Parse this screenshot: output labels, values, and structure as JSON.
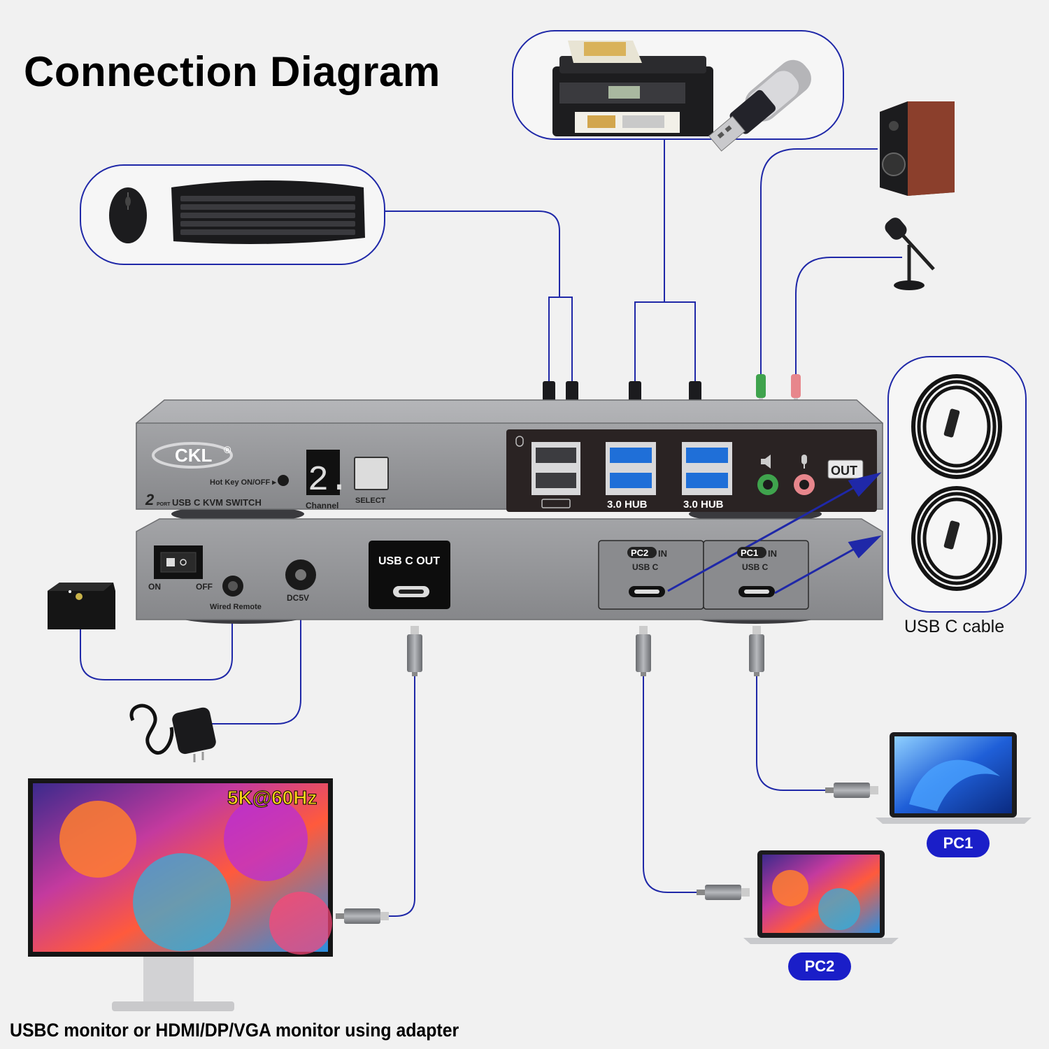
{
  "title": "Connection Diagram",
  "kvm": {
    "brand": "CKL",
    "brand_mark": "®",
    "model_prefix": "2",
    "model_port": "PORT",
    "model_label": "USB C KVM SWITCH",
    "hotkey_label": "Hot Key ON/OFF ▸",
    "channel_digit": "2.",
    "channel_label": "Channel",
    "select_label": "SELECT",
    "hub1_label": "3.0 HUB",
    "hub2_label": "3.0 HUB",
    "out_label": "OUT",
    "on_label": "ON",
    "off_label": "OFF",
    "wired_remote_label": "Wired Remote",
    "dc_label": "DC5V",
    "usbc_out_label": "USB C OUT",
    "pc2_in_tag": "PC2",
    "pc1_in_tag": "PC1",
    "in_label": "IN",
    "usbc_label": "USB C"
  },
  "cable_caption": "USB C cable",
  "pc1_label": "PC1",
  "pc2_label": "PC2",
  "monitor_badge": "5K@60Hz",
  "bottom_caption": "USBC monitor or HDMI/DP/VGA monitor using adapter",
  "colors": {
    "line": "#1f28a8",
    "pill": "#1a1ec8",
    "panel": "#8e8f92",
    "dark": "#2a2323"
  }
}
